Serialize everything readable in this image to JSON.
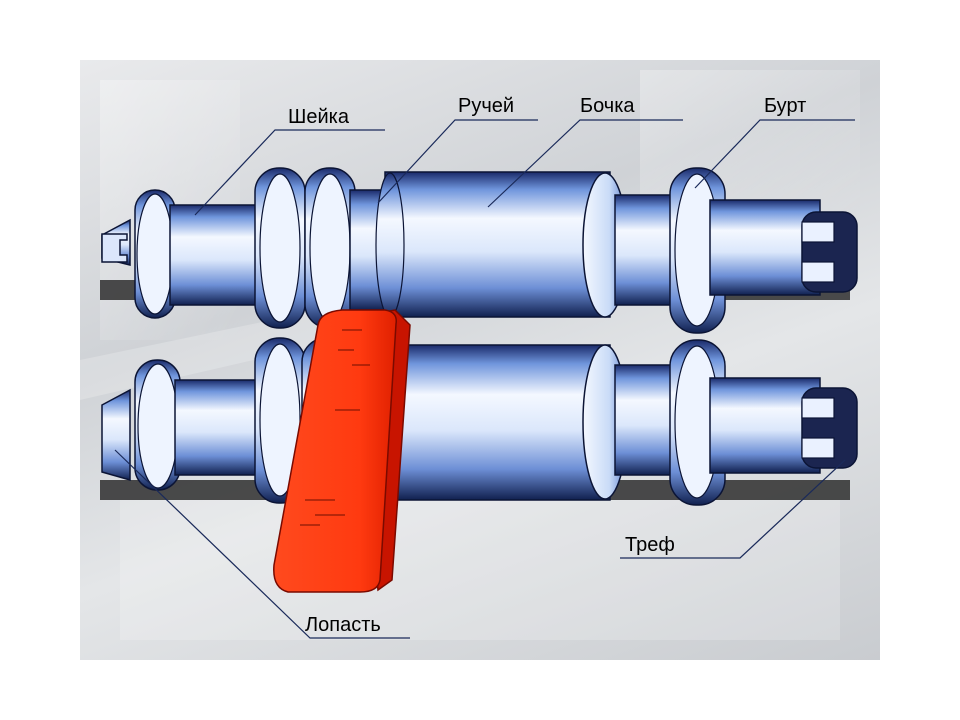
{
  "labels": {
    "sheyka": "Шейка",
    "ruchey": "Ручей",
    "bochka": "Бочка",
    "burt": "Бурт",
    "tref": "Треф",
    "lopast": "Лопасть"
  },
  "colors": {
    "background": "#ffffff",
    "steel_light": "#f2f6ff",
    "steel_mid": "#8fb4ee",
    "steel_dark": "#1a2a6a",
    "shadow": "#3a3a3a",
    "billet": "#ff3a10",
    "billet_dark": "#d01800",
    "leader_line": "#1a2a5a"
  }
}
